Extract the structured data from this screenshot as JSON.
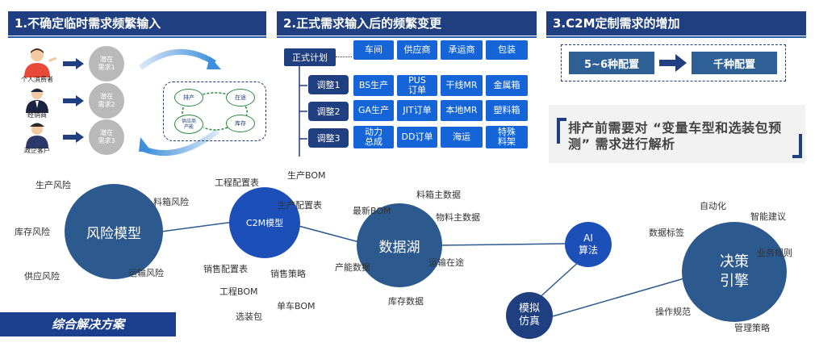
{
  "sections": {
    "s1": {
      "title": "1.不确定临时需求频繁输入"
    },
    "s2": {
      "title": "2.正式需求输入后的频繁变更"
    },
    "s3": {
      "title": "3.C2M定制需求的增加"
    }
  },
  "s1": {
    "people": [
      "个人消费者",
      "经销商",
      "政企客户"
    ],
    "demands": [
      "潜在\n需求1",
      "潜在\n需求2",
      "潜在\n需求3"
    ],
    "cycle": [
      "排产",
      "在途",
      "供应商\n产能",
      "库存"
    ]
  },
  "s2": {
    "formal_plan": "正式计划",
    "headers": [
      "车间",
      "供应商",
      "承运商",
      "包装"
    ],
    "rows": [
      {
        "label": "调整1",
        "cells": [
          "BS生产",
          "PUS\n订单",
          "干线MR",
          "金属箱"
        ]
      },
      {
        "label": "调整2",
        "cells": [
          "GA生产",
          "JIT订单",
          "本地MR",
          "塑料箱"
        ]
      },
      {
        "label": "调整3",
        "cells": [
          "动力\n总成",
          "DD订单",
          "海运",
          "特殊\n料架"
        ]
      }
    ]
  },
  "s3": {
    "from": "5~6种配置",
    "to": "千种配置",
    "quote": "排产前需要对 “变量车型和选装包预测” 需求进行解析"
  },
  "bottom": {
    "banner": "综合解决方案",
    "nodes": {
      "risk": "风险模型",
      "c2m": "C2M模型",
      "lake": "数据湖",
      "ai": "AI\n算法",
      "sim": "模拟\n仿真",
      "engine": "决策\n引擎"
    },
    "risk_labels": [
      "生产风险",
      "料箱风险",
      "库存风险",
      "运输风险",
      "供应风险"
    ],
    "c2m_labels": [
      "工程配置表",
      "生产BOM",
      "生产配置表",
      "销售配置表",
      "销售策略",
      "工程BOM",
      "单车BOM",
      "选装包"
    ],
    "lake_labels": [
      "料箱主数据",
      "最新BOM",
      "物料主数据",
      "产能数据",
      "运输在途",
      "库存数据"
    ],
    "engine_labels": [
      "自动化",
      "智能建议",
      "数据标签",
      "业务规则",
      "操作规范",
      "管理策略"
    ]
  },
  "colors": {
    "navy": "#1f3f80",
    "blue": "#1565d8",
    "node_dark": "#2c5a8e",
    "node_blue": "#1c4fb8"
  }
}
